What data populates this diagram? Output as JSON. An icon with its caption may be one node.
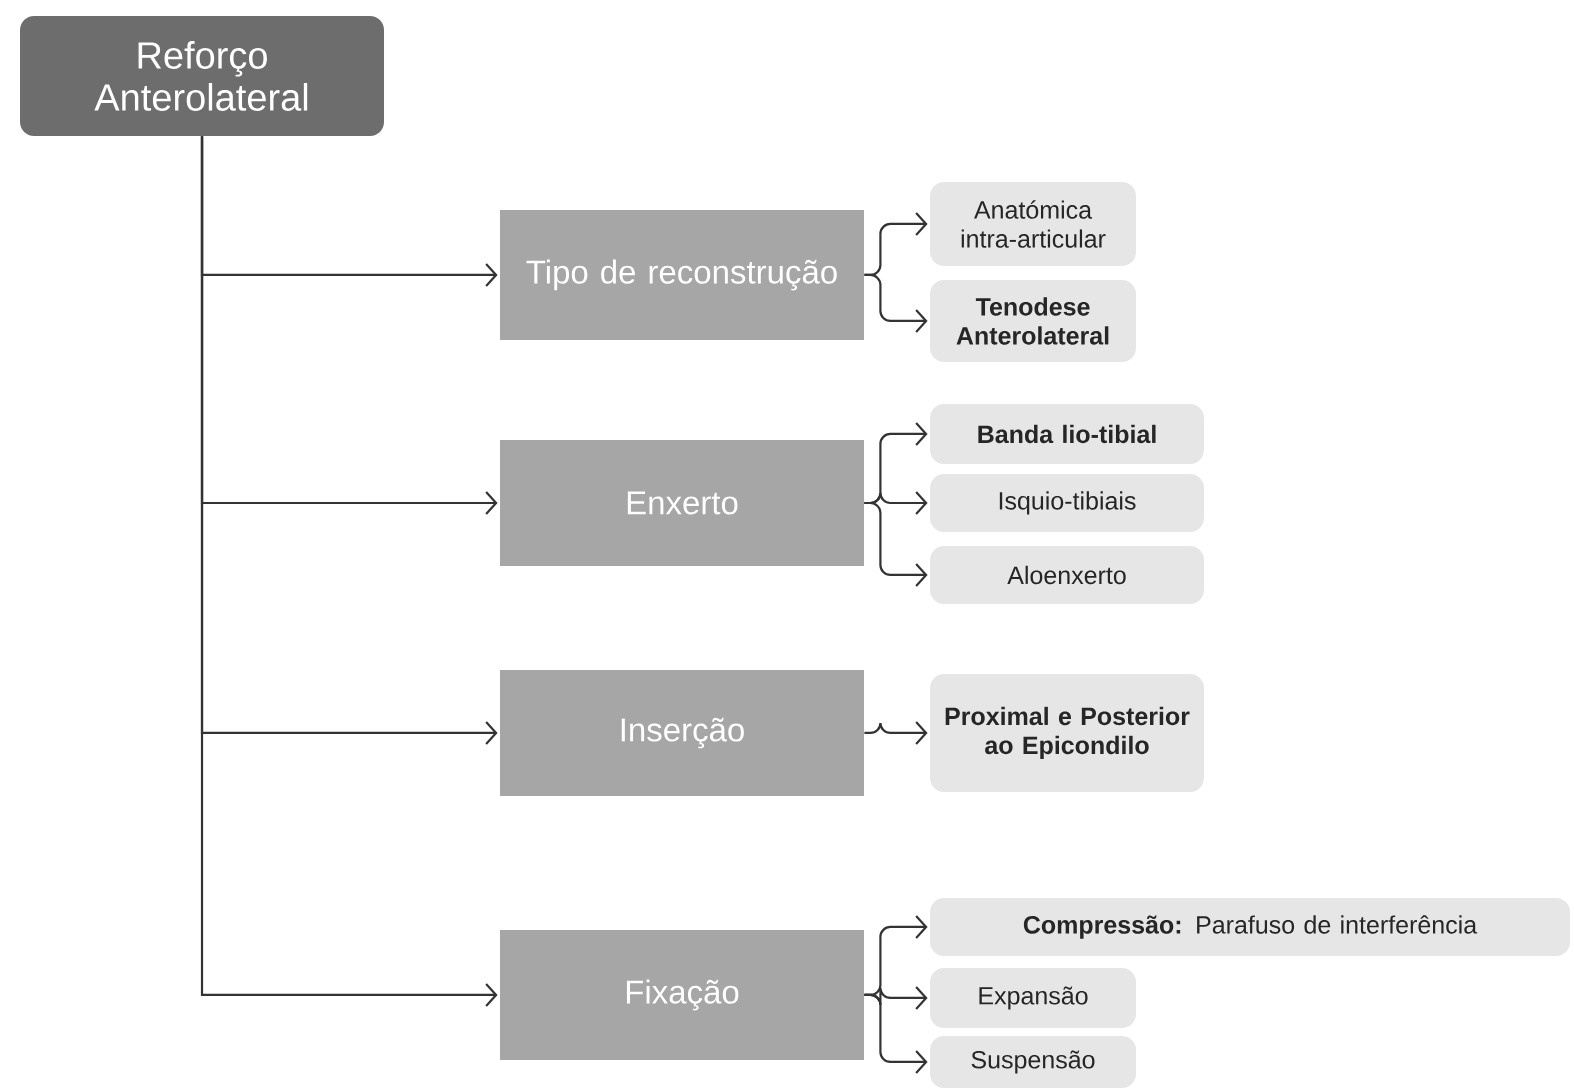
{
  "diagram": {
    "nodes": [
      {
        "text": [
          "Reforço Anterolateral"
        ]
      },
      {
        "text": [
          "Tipo de reconstrução"
        ]
      },
      {
        "text": [
          "Anatómica intra-articular"
        ]
      },
      {
        "text": [
          "Tenodese Anterolateral"
        ]
      },
      {
        "text": [
          "Enxerto"
        ]
      },
      {
        "text": [
          "Banda lio-tibial"
        ]
      },
      {
        "text": [
          "Isquio-tibiais"
        ]
      },
      {
        "text": [
          "Aloenxerto"
        ]
      },
      {
        "text": [
          "Inserção"
        ]
      },
      {
        "text": [
          "Proximal e Posterior ao Epicondilo"
        ]
      },
      {
        "text": [
          "Fixação"
        ]
      },
      {
        "text": [
          "**Compressão:** Parafuso de interferência"
        ]
      },
      {
        "text": [
          "Expansão"
        ]
      },
      {
        "text": [
          "Suspensão"
        ]
      }
    ],
    "edges": [
      {
        "from": 0,
        "to": 1,
        "arrow": "to"
      },
      {
        "from": 0,
        "to": 4,
        "arrow": "to"
      },
      {
        "from": 0,
        "to": 8,
        "arrow": "to"
      },
      {
        "from": 0,
        "to": 10,
        "arrow": "to"
      },
      {
        "from": 1,
        "to": 2,
        "arrow": "to"
      },
      {
        "from": 1,
        "to": 3,
        "arrow": "to"
      },
      {
        "from": 4,
        "to": 5,
        "arrow": "to"
      },
      {
        "from": 4,
        "to": 6,
        "arrow": "to"
      },
      {
        "from": 4,
        "to": 7,
        "arrow": "to"
      },
      {
        "from": 8,
        "to": 9,
        "arrow": "to"
      },
      {
        "from": 10,
        "to": 11,
        "arrow": "to"
      },
      {
        "from": 10,
        "to": 12,
        "arrow": "to"
      },
      {
        "from": 10,
        "to": 13,
        "arrow": "to"
      }
    ]
  }
}
